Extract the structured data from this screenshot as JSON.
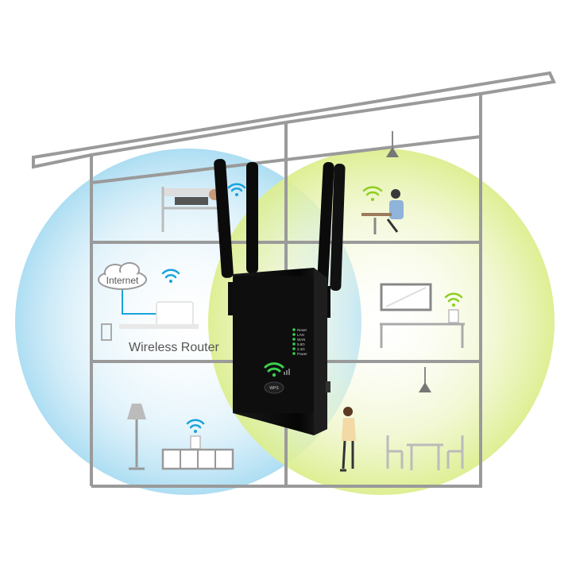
{
  "labels": {
    "internet": "Internet",
    "wireless_router": "Wireless Router",
    "wps_button": "WPS"
  },
  "status_leds": [
    "Reset",
    "LAN",
    "WAN",
    "5.8G",
    "2.4G",
    "Power"
  ],
  "colors": {
    "house_outline": "#9a9a9a",
    "router_zone": "#bfe4f5",
    "extender_zone": "#e6f1a8",
    "device_body": "#111111",
    "led_green": "#3ccf4e",
    "wifi_blue": "#1aa3dc",
    "wifi_green": "#8ccf21"
  },
  "icons": [
    "wifi-icon",
    "cloud-icon",
    "lamp-icon",
    "person-icon",
    "tv-icon"
  ]
}
